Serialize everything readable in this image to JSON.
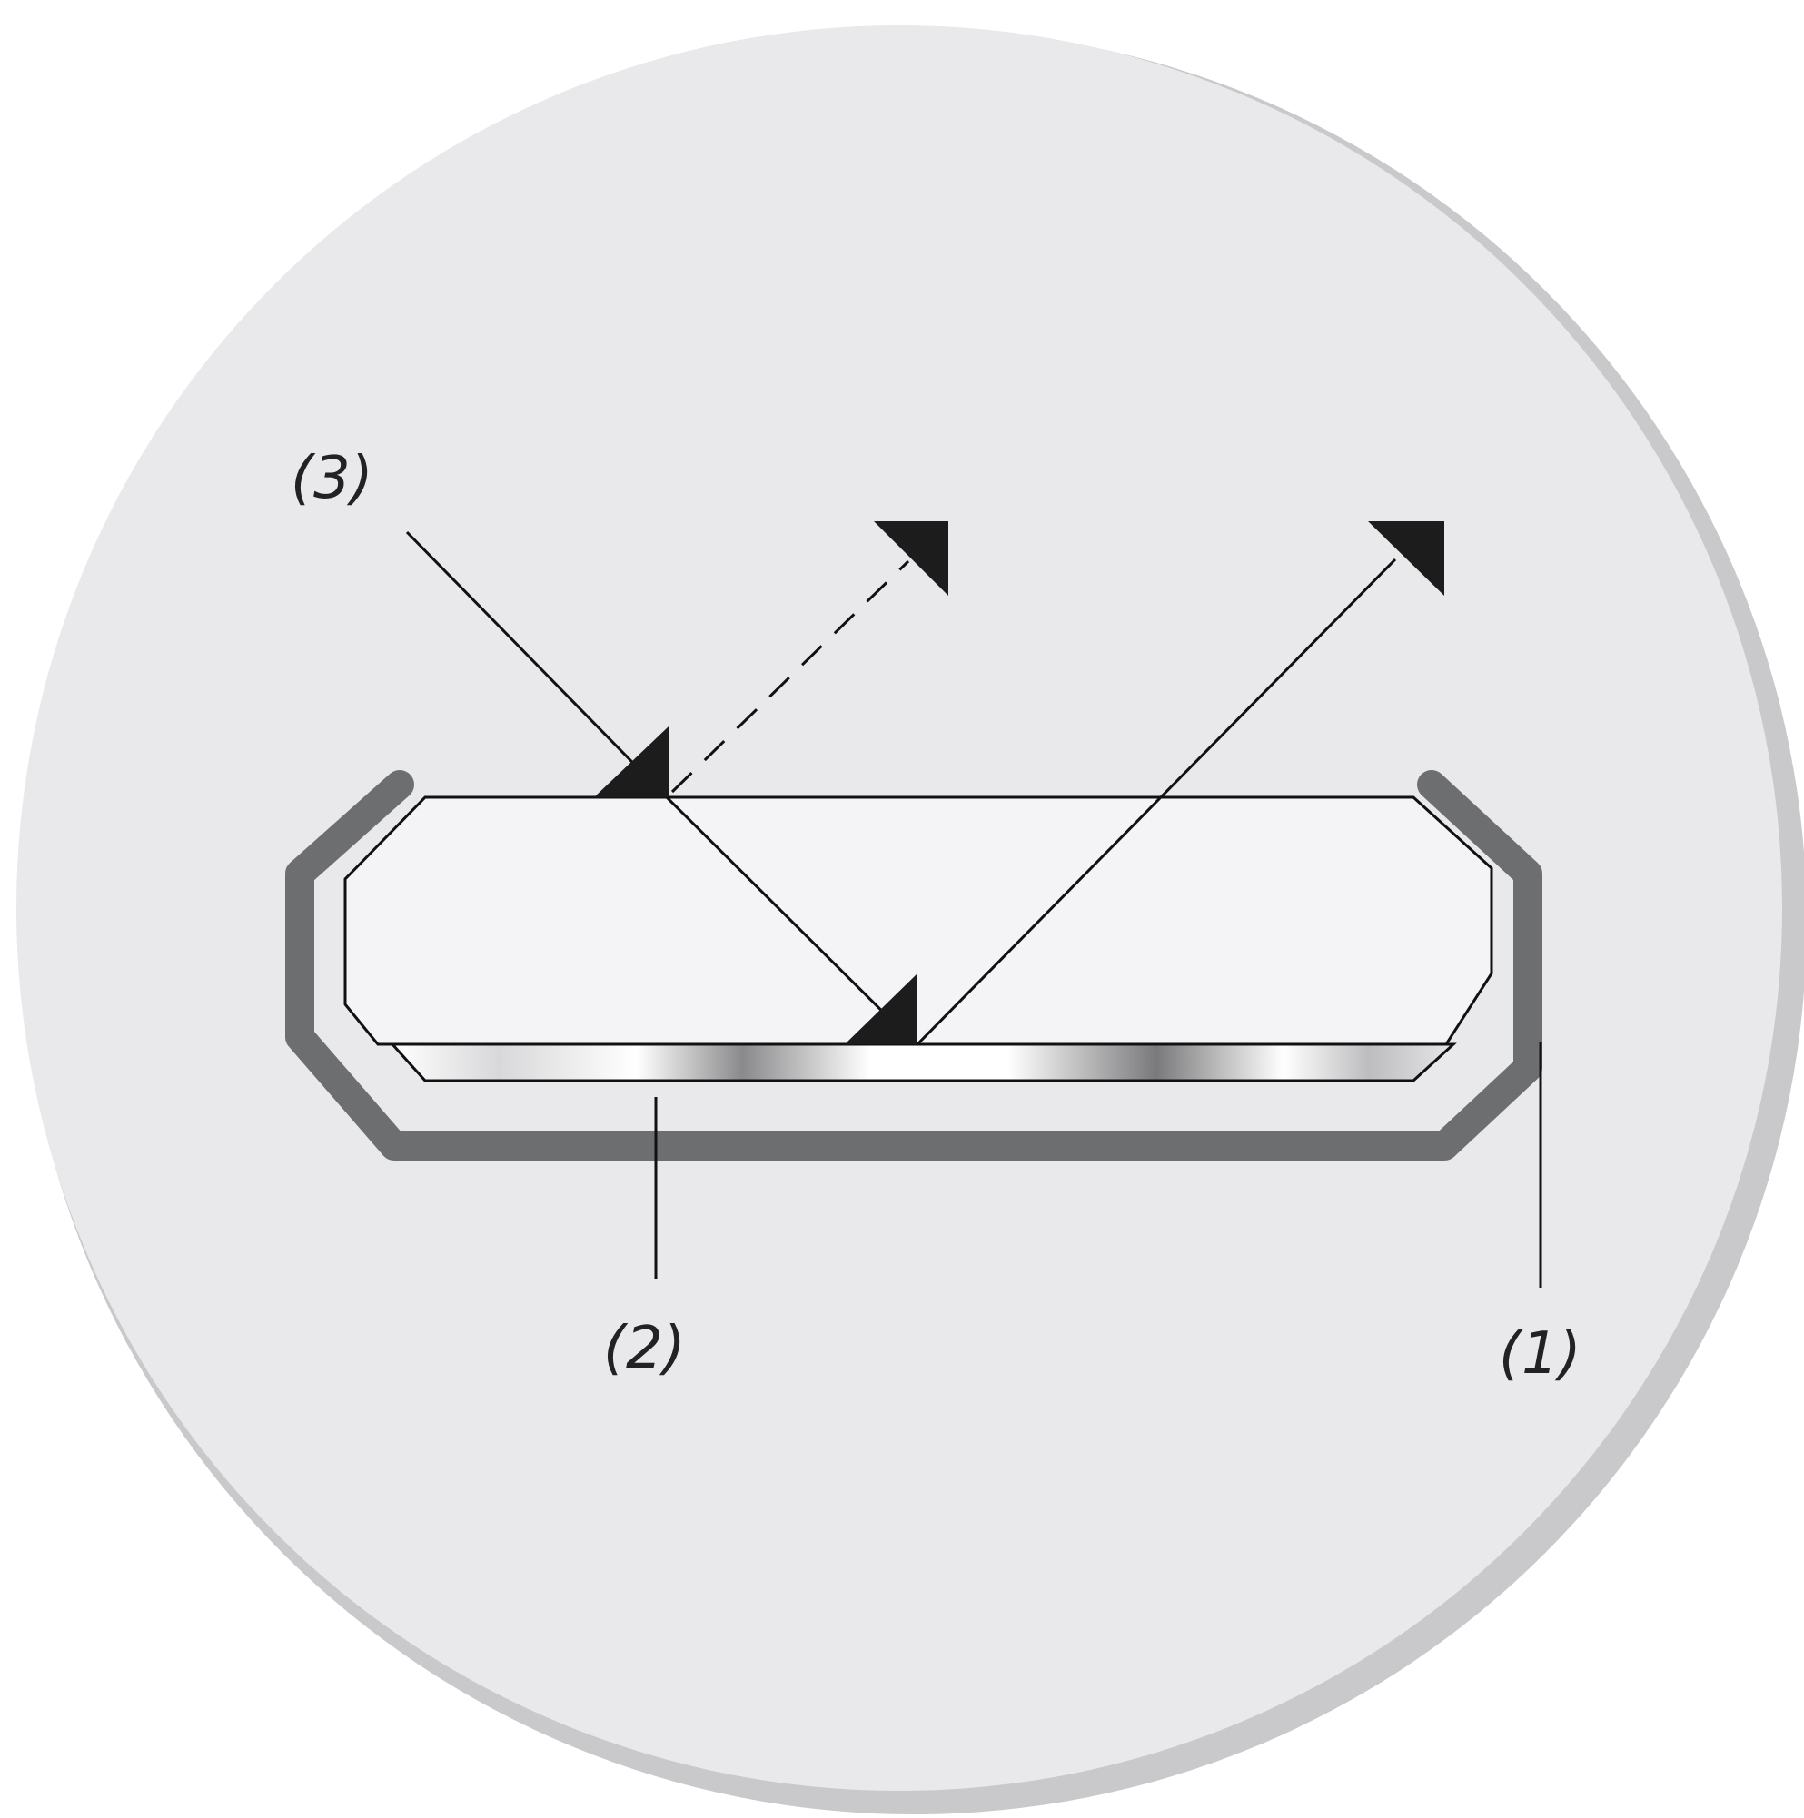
{
  "callouts": [
    {
      "id": "1",
      "label": "(1)"
    },
    {
      "id": "2",
      "label": "(2)"
    },
    {
      "id": "3",
      "label": "(3)"
    }
  ],
  "colors": {
    "disc_background": "#e9e8ea",
    "disc_shadow": "#c9c8cb",
    "housing_frame": "#6d6e70",
    "glass": "#f4f4f6",
    "line": "#111111",
    "arrowhead": "#1c1c1c",
    "mirror_light": "#ffffff",
    "mirror_dark": "#6a6a6c"
  }
}
